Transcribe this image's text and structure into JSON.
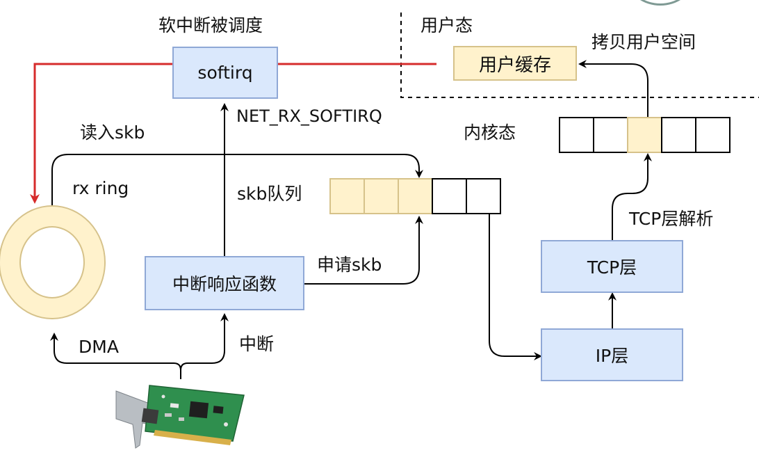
{
  "labels": {
    "softirq_scheduled": "软中断被调度",
    "user_mode": "用户态",
    "copy_user_space": "拷贝用户空间",
    "net_rx_softirq": "NET_RX_SOFTIRQ",
    "read_skb": "读入skb",
    "kernel_mode": "内核态",
    "rx_ring": "rx ring",
    "skb_queue": "skb队列",
    "tcp_parse": "TCP层解析",
    "request_skb": "申请skb",
    "dma": "DMA",
    "interrupt": "中断"
  },
  "boxes": {
    "softirq": "softirq",
    "user_buffer": "用户缓存",
    "irq_handler": "中断响应函数",
    "tcp_layer": "TCP层",
    "ip_layer": "IP层"
  },
  "colors": {
    "blue_fill": "#dae8fc",
    "blue_stroke": "#8fa8d6",
    "yellow_fill": "#fff2cc",
    "yellow_stroke": "#d6c28a",
    "red_arrow": "#d62b2b"
  }
}
